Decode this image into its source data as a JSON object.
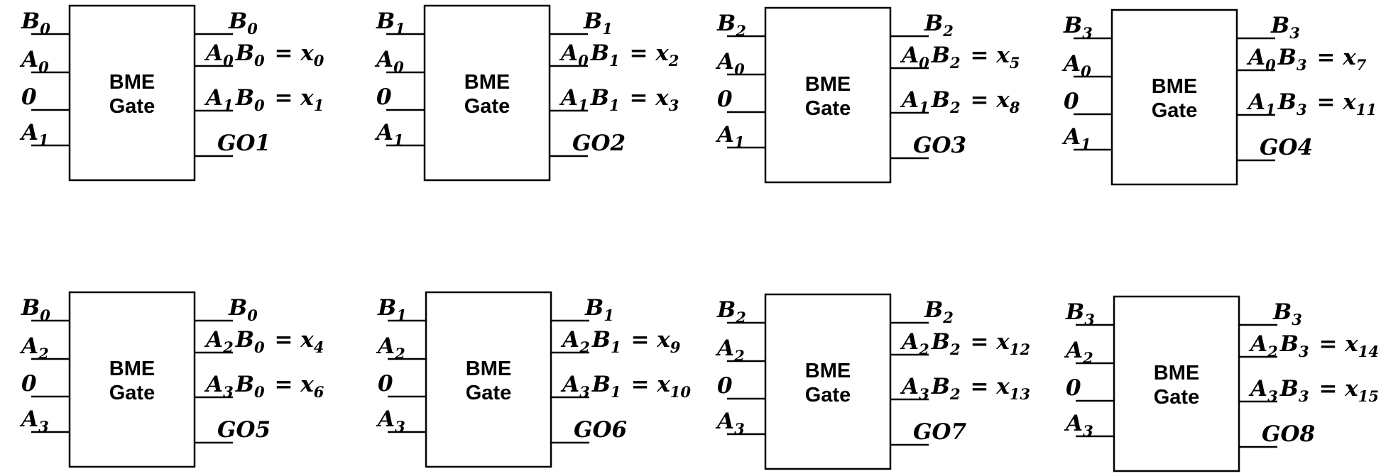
{
  "gate_label": [
    "BME",
    "Gate"
  ],
  "gates": [
    {
      "id": "gate-1",
      "inputs": [
        [
          "B",
          "0"
        ],
        [
          "A",
          "0"
        ],
        [
          "0",
          ""
        ],
        [
          "A",
          "1"
        ]
      ],
      "outputs": [
        [
          [
            "B",
            "0"
          ]
        ],
        [
          [
            "A",
            "0"
          ],
          [
            "B",
            "0"
          ],
          "=",
          [
            "x",
            "0"
          ]
        ],
        [
          [
            "A",
            "1"
          ],
          [
            "B",
            "0"
          ],
          "=",
          [
            "x",
            "1"
          ]
        ],
        [
          [
            "GO1",
            ""
          ]
        ]
      ]
    },
    {
      "id": "gate-2",
      "inputs": [
        [
          "B",
          "1"
        ],
        [
          "A",
          "0"
        ],
        [
          "0",
          ""
        ],
        [
          "A",
          "1"
        ]
      ],
      "outputs": [
        [
          [
            "B",
            "1"
          ]
        ],
        [
          [
            "A",
            "0"
          ],
          [
            "B",
            "1"
          ],
          "=",
          [
            "x",
            "2"
          ]
        ],
        [
          [
            "A",
            "1"
          ],
          [
            "B",
            "1"
          ],
          "=",
          [
            "x",
            "3"
          ]
        ],
        [
          [
            "GO2",
            ""
          ]
        ]
      ]
    },
    {
      "id": "gate-3",
      "inputs": [
        [
          "B",
          "2"
        ],
        [
          "A",
          "0"
        ],
        [
          "0",
          ""
        ],
        [
          "A",
          "1"
        ]
      ],
      "outputs": [
        [
          [
            "B",
            "2"
          ]
        ],
        [
          [
            "A",
            "0"
          ],
          [
            "B",
            "2"
          ],
          "=",
          [
            "x",
            "5"
          ]
        ],
        [
          [
            "A",
            "1"
          ],
          [
            "B",
            "2"
          ],
          "=",
          [
            "x",
            "8"
          ]
        ],
        [
          [
            "GO3",
            ""
          ]
        ]
      ]
    },
    {
      "id": "gate-4",
      "inputs": [
        [
          "B",
          "3"
        ],
        [
          "A",
          "0"
        ],
        [
          "0",
          ""
        ],
        [
          "A",
          "1"
        ]
      ],
      "outputs": [
        [
          [
            "B",
            "3"
          ]
        ],
        [
          [
            "A",
            "0"
          ],
          [
            "B",
            "3"
          ],
          "=",
          [
            "x",
            "7"
          ]
        ],
        [
          [
            "A",
            "1"
          ],
          [
            "B",
            "3"
          ],
          "=",
          [
            "x",
            "11"
          ]
        ],
        [
          [
            "GO4",
            ""
          ]
        ]
      ]
    },
    {
      "id": "gate-5",
      "inputs": [
        [
          "B",
          "0"
        ],
        [
          "A",
          "2"
        ],
        [
          "0",
          ""
        ],
        [
          "A",
          "3"
        ]
      ],
      "outputs": [
        [
          [
            "B",
            "0"
          ]
        ],
        [
          [
            "A",
            "2"
          ],
          [
            "B",
            "0"
          ],
          "=",
          [
            "x",
            "4"
          ]
        ],
        [
          [
            "A",
            "3"
          ],
          [
            "B",
            "0"
          ],
          "=",
          [
            "x",
            "6"
          ]
        ],
        [
          [
            "GO5",
            ""
          ]
        ]
      ]
    },
    {
      "id": "gate-6",
      "inputs": [
        [
          "B",
          "1"
        ],
        [
          "A",
          "2"
        ],
        [
          "0",
          ""
        ],
        [
          "A",
          "3"
        ]
      ],
      "outputs": [
        [
          [
            "B",
            "1"
          ]
        ],
        [
          [
            "A",
            "2"
          ],
          [
            "B",
            "1"
          ],
          "=",
          [
            "x",
            "9"
          ]
        ],
        [
          [
            "A",
            "3"
          ],
          [
            "B",
            "1"
          ],
          "=",
          [
            "x",
            "10"
          ]
        ],
        [
          [
            "GO6",
            ""
          ]
        ]
      ]
    },
    {
      "id": "gate-7",
      "inputs": [
        [
          "B",
          "2"
        ],
        [
          "A",
          "2"
        ],
        [
          "0",
          ""
        ],
        [
          "A",
          "3"
        ]
      ],
      "outputs": [
        [
          [
            "B",
            "2"
          ]
        ],
        [
          [
            "A",
            "2"
          ],
          [
            "B",
            "2"
          ],
          "=",
          [
            "x",
            "12"
          ]
        ],
        [
          [
            "A",
            "3"
          ],
          [
            "B",
            "2"
          ],
          "=",
          [
            "x",
            "13"
          ]
        ],
        [
          [
            "GO7",
            ""
          ]
        ]
      ]
    },
    {
      "id": "gate-8",
      "inputs": [
        [
          "B",
          "3"
        ],
        [
          "A",
          "2"
        ],
        [
          "0",
          ""
        ],
        [
          "A",
          "3"
        ]
      ],
      "outputs": [
        [
          [
            "B",
            "3"
          ]
        ],
        [
          [
            "A",
            "2"
          ],
          [
            "B",
            "3"
          ],
          "=",
          [
            "x",
            "14"
          ]
        ],
        [
          [
            "A",
            "3"
          ],
          [
            "B",
            "3"
          ],
          "=",
          [
            "x",
            "15"
          ]
        ],
        [
          [
            "GO8",
            ""
          ]
        ]
      ]
    }
  ]
}
